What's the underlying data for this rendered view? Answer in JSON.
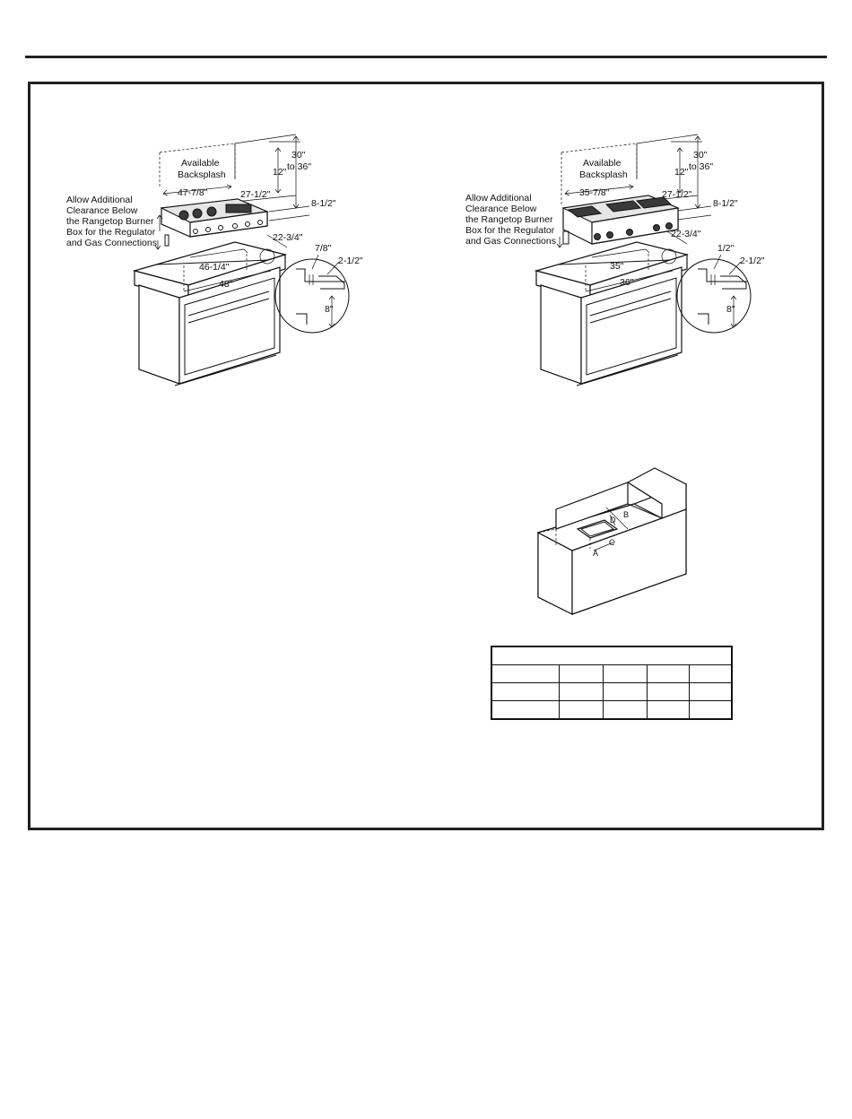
{
  "diagrams": [
    {
      "backsplash_label_1": "Available",
      "backsplash_label_2": "Backsplash",
      "note_lines": [
        "Allow Additional",
        "Clearance Below",
        "the Rangetop Burner",
        "Box for the Regulator",
        "and Gas Connections"
      ],
      "dim_height_1": "30\"",
      "dim_height_2": "to 36\"",
      "dim_12": "12\"",
      "dim_width": "47-7/8\"",
      "dim_depth": "27-1/2\"",
      "dim_8_half": "8-1/2\"",
      "dim_22": "22-3/4\"",
      "dim_cutout": "46-1/4\"",
      "dim_cabinet": "48\"",
      "detail_top": "7/8\"",
      "detail_2half": "2-1/2\"",
      "detail_8": "8\""
    },
    {
      "backsplash_label_1": "Available",
      "backsplash_label_2": "Backsplash",
      "note_lines": [
        "Allow Additional",
        "Clearance Below",
        "the Rangetop Burner",
        "Box for the Regulator",
        "and Gas Connections"
      ],
      "dim_height_1": "30\"",
      "dim_height_2": "to 36\"",
      "dim_12": "12\"",
      "dim_width": "35-7/8\"",
      "dim_depth": "27-1/2\"",
      "dim_8_half": "8-1/2\"",
      "dim_22": "22-3/4\"",
      "dim_cutout": "35\"",
      "dim_cabinet": "36\"",
      "detail_top": "1/2\"",
      "detail_2half": "2-1/2\"",
      "detail_8": "8\""
    }
  ],
  "island": {
    "labels": [
      "A",
      "B",
      "C",
      "D"
    ]
  },
  "table": {
    "rows": [
      [
        "",
        "",
        "",
        "",
        ""
      ],
      [
        "",
        "",
        "",
        "",
        ""
      ],
      [
        "",
        "",
        "",
        "",
        ""
      ]
    ]
  }
}
